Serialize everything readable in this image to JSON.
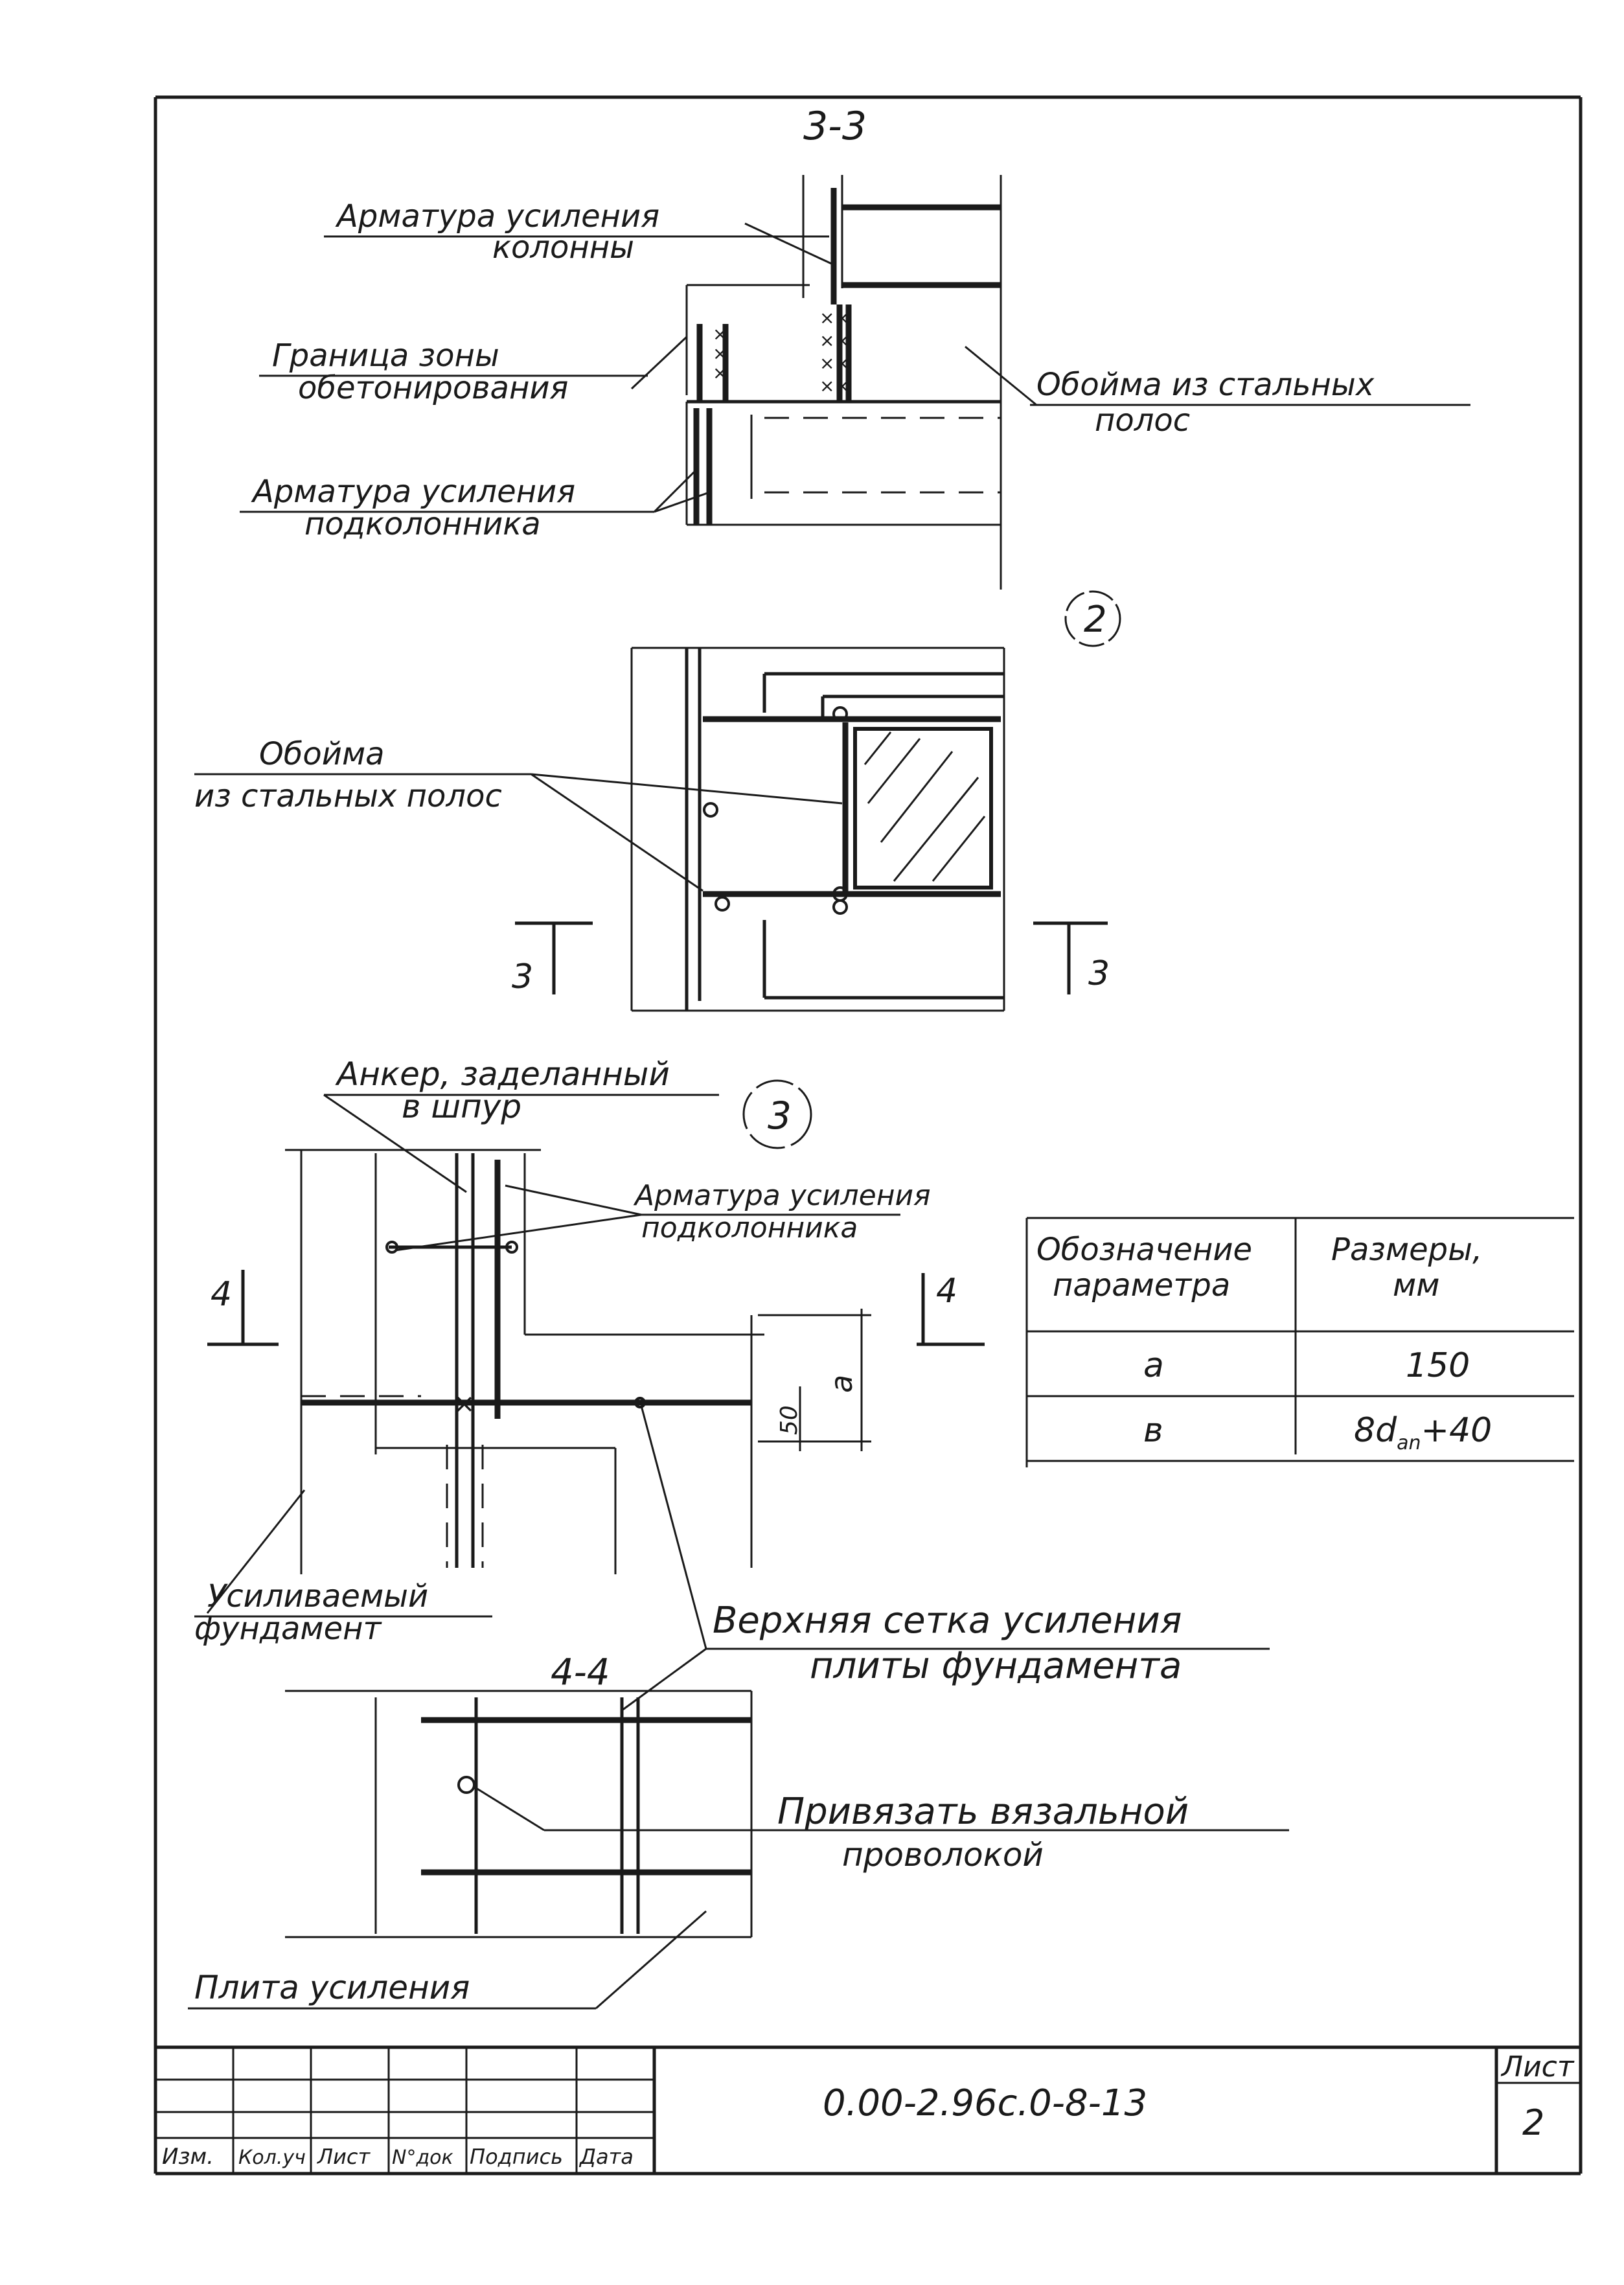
{
  "sections": {
    "s33": "3-3",
    "s44": "4-4",
    "marker_left_3": "3",
    "marker_right_3": "3",
    "marker_left_4": "4",
    "marker_right_4": "4",
    "node2": "2",
    "node3": "3"
  },
  "labels": {
    "armatura_kolonny_1": "Арматура усиления",
    "armatura_kolonny_2": "колонны",
    "granica_1": "Граница зоны",
    "granica_2": "обетонирования",
    "armatura_podk_1": "Арматура усиления",
    "armatura_podk_2": "подколонника",
    "oboima_top_1": "Обойма из стальных",
    "oboima_top_2": "полос",
    "oboima_mid_1": "Обойма",
    "oboima_mid_2": "из стальных полос",
    "anker_1": "Анкер, заделанный",
    "anker_2": "в шпур",
    "armatura_podk2_1": "Арматура усиления",
    "armatura_podk2_2": "подколонника",
    "usilivaemyi_1": "Усиливаемый",
    "usilivaemyi_2": "фундамент",
    "setka_1": "Верхняя сетка усиления",
    "setka_2": "плиты фундамента",
    "privyazat_1": "Привязать вязальной",
    "privyazat_2": "проволокой",
    "plita": "Плита усиления",
    "dim_a": "a",
    "dim_50": "50"
  },
  "param_table": {
    "header_col1_line1": "Обозначение",
    "header_col1_line2": "параметра",
    "header_col2_line1": "Размеры,",
    "header_col2_line2": "мм",
    "rows": [
      {
        "param": "a",
        "value": "150"
      },
      {
        "param": "в",
        "value": "8d",
        "sub": "an",
        "suffix": "+40"
      }
    ]
  },
  "title_block": {
    "code": "0.00-2.96с.0-8-13",
    "sheet_label": "Лист",
    "sheet_number": "2",
    "columns": [
      "Изм.",
      "Кол.уч",
      "Лист",
      "N°док",
      "Подпись",
      "Дата"
    ]
  }
}
